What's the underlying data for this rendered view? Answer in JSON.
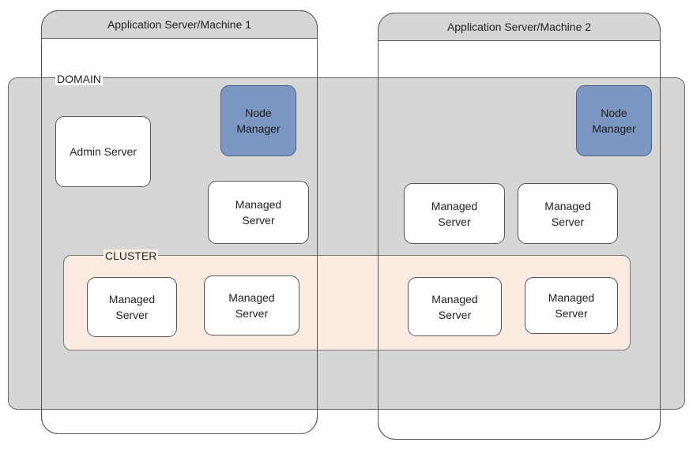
{
  "machines": [
    {
      "title": "Application Server/Machine 1"
    },
    {
      "title": "Application Server/Machine 2"
    }
  ],
  "domain": {
    "label": "DOMAIN"
  },
  "cluster": {
    "label": "CLUSTER"
  },
  "admin_server": {
    "label": "Admin Server"
  },
  "node_managers": [
    {
      "line1": "Node",
      "line2": "Manager"
    },
    {
      "line1": "Node",
      "line2": "Manager"
    }
  ],
  "managed_servers": [
    {
      "line1": "Managed",
      "line2": "Server"
    },
    {
      "line1": "Managed",
      "line2": "Server"
    },
    {
      "line1": "Managed",
      "line2": "Server"
    },
    {
      "line1": "Managed",
      "line2": "Server"
    },
    {
      "line1": "Managed",
      "line2": "Server"
    },
    {
      "line1": "Managed",
      "line2": "Server"
    },
    {
      "line1": "Managed",
      "line2": "Server"
    }
  ],
  "colors": {
    "node_manager_fill": "#7c97c1",
    "domain_fill": "#c3c3c3",
    "cluster_fill": "#fdece0",
    "machine_header_fill": "#d6d6d6"
  }
}
